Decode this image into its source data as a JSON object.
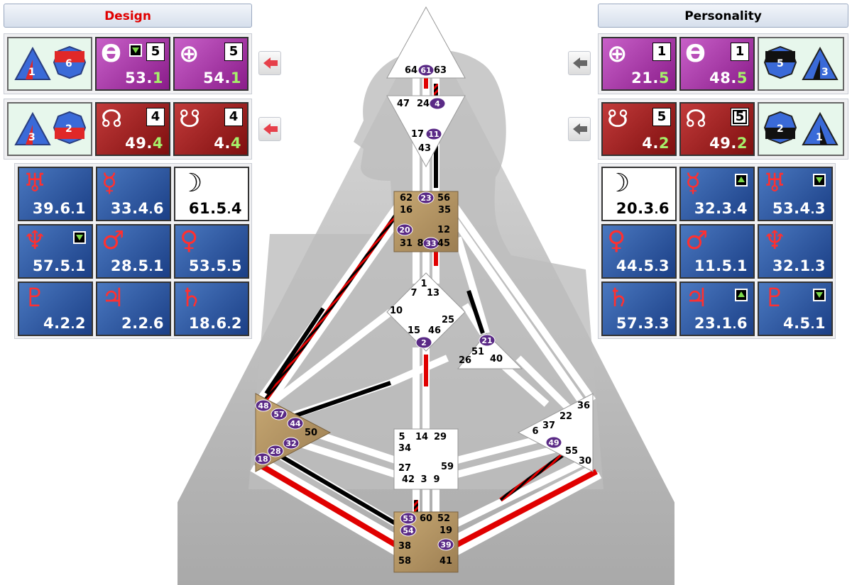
{
  "design": {
    "title": "Design",
    "title_color": "#e00000",
    "rows": [
      {
        "sym1": "earth-sun",
        "val1": "53.1",
        "line1": "5",
        "sym2": "earth",
        "val2": "54.1",
        "line2": "5"
      },
      {
        "sym1": "north-node",
        "val1": "49.4",
        "line1": "4",
        "sym2": "south-node",
        "val2": "4.4",
        "line2": "4"
      }
    ],
    "tri_rows": [
      [
        "1",
        "6"
      ],
      [
        "3",
        "2"
      ]
    ],
    "planets": [
      {
        "glyph": "♅",
        "val": "39.6.1",
        "style": "blue"
      },
      {
        "glyph": "☿",
        "val": "33.4.6",
        "style": "blue"
      },
      {
        "glyph": "☽",
        "val": "61.5.4",
        "style": "white"
      },
      {
        "glyph": "♆",
        "val": "57.5.1",
        "style": "blue",
        "arrow": "down"
      },
      {
        "glyph": "♂",
        "val": "28.5.1",
        "style": "blue"
      },
      {
        "glyph": "♀",
        "val": "53.5.5",
        "style": "blue"
      },
      {
        "glyph": "♇",
        "val": "4.2.2",
        "style": "blue"
      },
      {
        "glyph": "♃",
        "val": "2.2.6",
        "style": "blue"
      },
      {
        "glyph": "♄",
        "val": "18.6.2",
        "style": "blue"
      }
    ]
  },
  "personality": {
    "title": "Personality",
    "title_color": "#000000",
    "rows": [
      {
        "sym1": "sun",
        "val1": "21.5",
        "line1": "1",
        "sym2": "earth-alt",
        "val2": "48.5",
        "line2": "1"
      },
      {
        "sym1": "south-node",
        "val1": "4.2",
        "line1": "5",
        "sym2": "north-node",
        "val2": "49.2",
        "line2": "5"
      }
    ],
    "tri_rows": [
      [
        "5",
        "3"
      ],
      [
        "2",
        "1"
      ]
    ],
    "planets": [
      {
        "glyph": "☽",
        "val": "20.3.6",
        "style": "white"
      },
      {
        "glyph": "☿",
        "val": "32.3.4",
        "style": "blue",
        "arrow": "up"
      },
      {
        "glyph": "♅",
        "val": "53.4.3",
        "style": "blue",
        "arrow": "down"
      },
      {
        "glyph": "♀",
        "val": "44.5.3",
        "style": "blue"
      },
      {
        "glyph": "♂",
        "val": "11.5.1",
        "style": "blue"
      },
      {
        "glyph": "♆",
        "val": "32.1.3",
        "style": "blue"
      },
      {
        "glyph": "♄",
        "val": "57.3.3",
        "style": "blue"
      },
      {
        "glyph": "♃",
        "val": "23.1.6",
        "style": "blue",
        "arrow": "up"
      },
      {
        "glyph": "♇",
        "val": "4.5.1",
        "style": "blue",
        "arrow": "down"
      }
    ]
  },
  "bodygraph": {
    "head": [
      "64",
      "61",
      "63"
    ],
    "ajna": [
      "47",
      "24",
      "4",
      "17",
      "11",
      "43"
    ],
    "throat": [
      "62",
      "23",
      "56",
      "16",
      "35",
      "20",
      "12",
      "31",
      "8",
      "33",
      "45"
    ],
    "g": [
      "1",
      "7",
      "13",
      "10",
      "25",
      "15",
      "46",
      "2"
    ],
    "ego": [
      "21",
      "51",
      "26",
      "40"
    ],
    "spleen": [
      "48",
      "57",
      "44",
      "50",
      "32",
      "28",
      "18"
    ],
    "sacral": [
      "5",
      "14",
      "29",
      "34",
      "27",
      "59",
      "42",
      "3",
      "9"
    ],
    "solar": [
      "36",
      "22",
      "37",
      "6",
      "49",
      "55",
      "30"
    ],
    "root": [
      "53",
      "60",
      "52",
      "54",
      "19",
      "38",
      "39",
      "58",
      "41"
    ],
    "active": [
      "61",
      "4",
      "11",
      "23",
      "20",
      "33",
      "2",
      "21",
      "48",
      "57",
      "44",
      "32",
      "28",
      "18",
      "49",
      "53",
      "54",
      "39"
    ]
  }
}
